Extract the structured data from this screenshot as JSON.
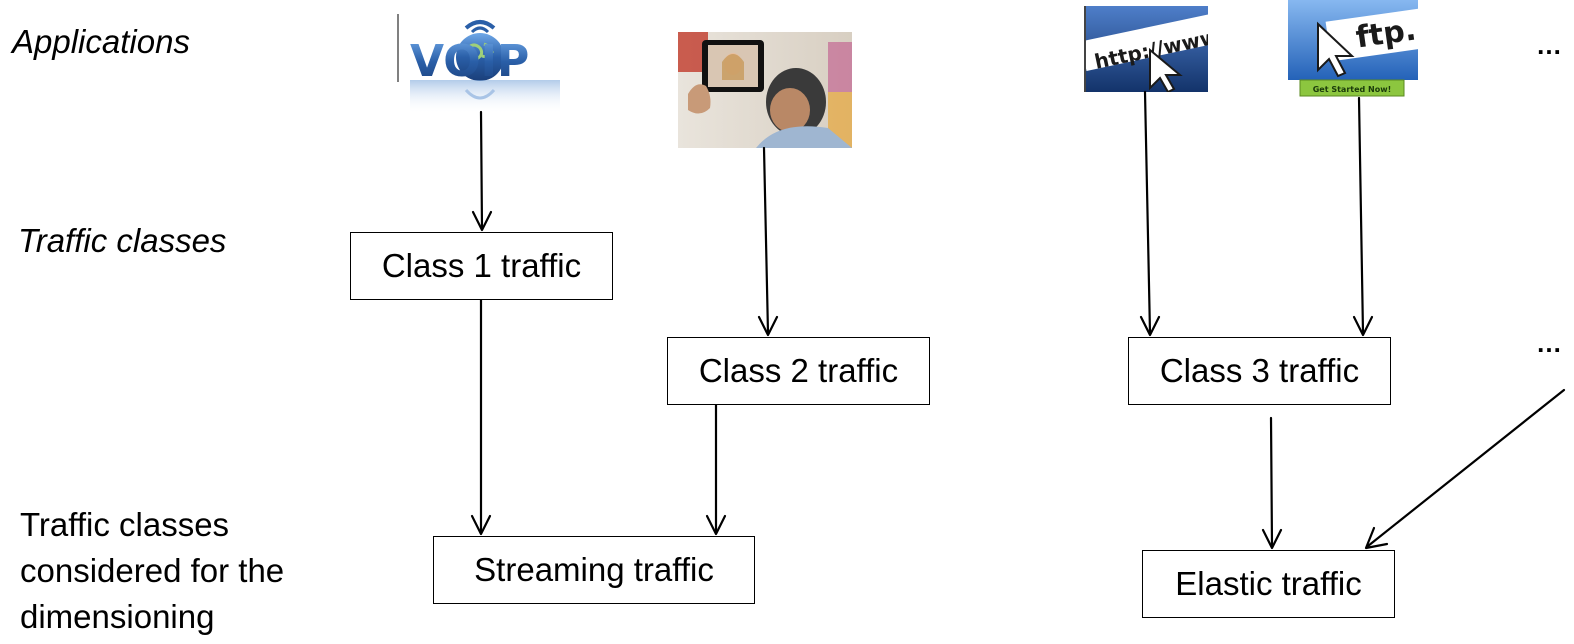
{
  "row_labels": {
    "applications": "Applications",
    "traffic_classes": "Traffic classes",
    "dimensioning_line1": "Traffic classes",
    "dimensioning_line2": "considered for the",
    "dimensioning_line3": "dimensioning"
  },
  "apps": {
    "voip_logo": "VOIP",
    "http_logo": "http://www",
    "ftp_logo": "ftp.",
    "ftp_badge": "Get Started Now!",
    "ellipsis_top": "…"
  },
  "classes": {
    "class1": "Class 1 traffic",
    "class2": "Class 2 traffic",
    "class3": "Class 3 traffic",
    "ellipsis_mid": "…"
  },
  "dimensioning": {
    "streaming": "Streaming traffic",
    "elastic": "Elastic traffic"
  },
  "colors": {
    "voip_blue": "#2a5fa8",
    "http_bg": "#1f4f99",
    "ftp_bg": "#3d7fd6",
    "ftp_badge": "#8cc63f"
  }
}
